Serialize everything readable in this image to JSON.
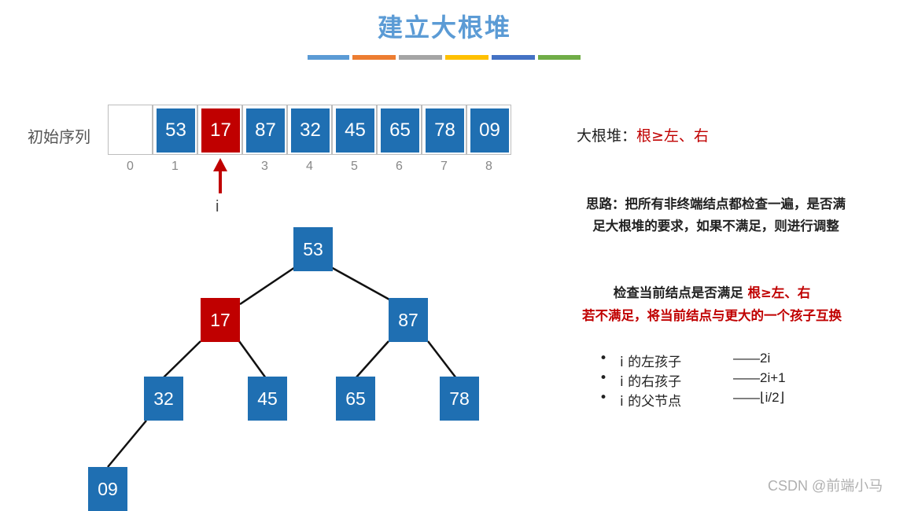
{
  "title": "建立大根堆",
  "color_bar": [
    "#5b9bd5",
    "#ed7d31",
    "#a5a5a5",
    "#ffc000",
    "#4472c4",
    "#70ad47"
  ],
  "colors": {
    "node_blue": "#1f6fb2",
    "node_red": "#c00000",
    "title_blue": "#5b9bd5",
    "emphasis_red": "#c00000"
  },
  "sequence": {
    "label": "初始序列",
    "cells": [
      {
        "value": "",
        "index": "0"
      },
      {
        "value": "53",
        "index": "1"
      },
      {
        "value": "17",
        "index": "",
        "highlighted": true
      },
      {
        "value": "87",
        "index": "3"
      },
      {
        "value": "32",
        "index": "4"
      },
      {
        "value": "45",
        "index": "5"
      },
      {
        "value": "65",
        "index": "6"
      },
      {
        "value": "78",
        "index": "7"
      },
      {
        "value": "09",
        "index": "8"
      }
    ],
    "pointer_label": "i",
    "pointer_icon": "up-arrow-icon"
  },
  "tree": {
    "nodes": [
      {
        "id": "n1",
        "value": "53"
      },
      {
        "id": "n2",
        "value": "17",
        "highlighted": true
      },
      {
        "id": "n3",
        "value": "87"
      },
      {
        "id": "n4",
        "value": "32"
      },
      {
        "id": "n5",
        "value": "45"
      },
      {
        "id": "n6",
        "value": "65"
      },
      {
        "id": "n7",
        "value": "78"
      },
      {
        "id": "n8",
        "value": "09"
      }
    ],
    "edges": [
      [
        "n1",
        "n2"
      ],
      [
        "n1",
        "n3"
      ],
      [
        "n2",
        "n4"
      ],
      [
        "n2",
        "n5"
      ],
      [
        "n3",
        "n6"
      ],
      [
        "n3",
        "n7"
      ],
      [
        "n4",
        "n8"
      ]
    ]
  },
  "rule": {
    "prefix": "大根堆：",
    "emphasis": "根≥左、右"
  },
  "thought": {
    "line1": "思路：把所有非终端结点都检查一遍，是否满",
    "line2": "足大根堆的要求，如果不满足，则进行调整"
  },
  "check": {
    "line1_prefix": "检查当前结点是否满足 ",
    "line1_emphasis": "根≥左、右",
    "line2": "若不满足，将当前结点与更大的一个孩子互换"
  },
  "formulas": [
    {
      "bullet": "•",
      "label": "i 的左孩子",
      "value": "——2i"
    },
    {
      "bullet": "•",
      "label": "i 的右孩子",
      "value": "——2i+1"
    },
    {
      "bullet": "•",
      "label": "i 的父节点",
      "value": "——⌊i/2⌋"
    }
  ],
  "watermark": "CSDN @前端小马"
}
